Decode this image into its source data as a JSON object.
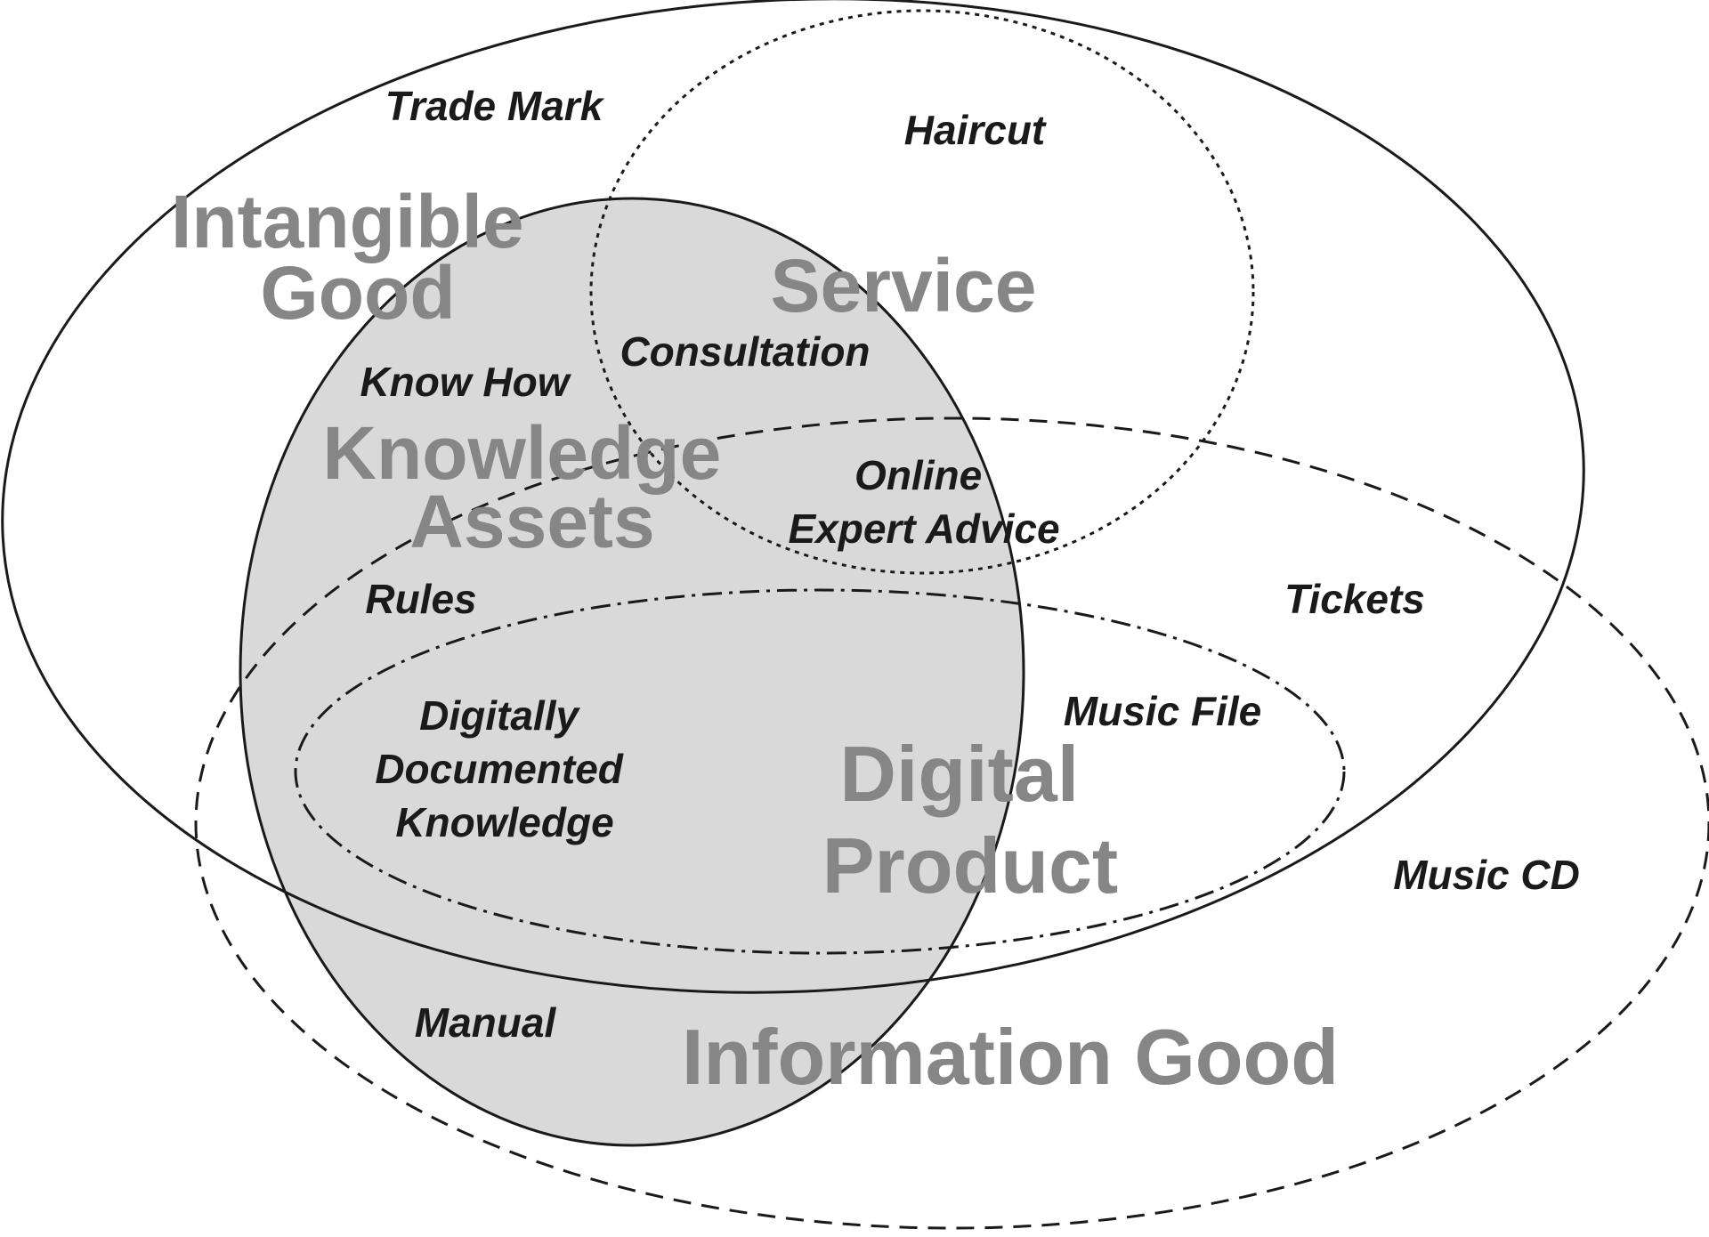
{
  "diagram": {
    "categories": {
      "intangible_good": [
        "Intangible",
        "Good"
      ],
      "service": "Service",
      "knowledge_assets": [
        "Knowledge",
        "Assets"
      ],
      "digital_product": [
        "Digital",
        "Product"
      ],
      "information_good": "Information Good"
    },
    "examples": {
      "trade_mark": "Trade Mark",
      "haircut": "Haircut",
      "consultation": "Consultation",
      "know_how": "Know How",
      "online_expert_advice": [
        "Online",
        "Expert Advice"
      ],
      "rules": "Rules",
      "tickets": "Tickets",
      "digitally_documented_knowledge": [
        "Digitally",
        "Documented",
        "Knowledge"
      ],
      "music_file": "Music File",
      "music_cd": "Music CD",
      "manual": "Manual"
    },
    "colors": {
      "category_text": "#868686",
      "example_text": "#1a1a1a",
      "knowledge_fill": "#d9d9d9",
      "outline": "#1a1a1a"
    }
  }
}
